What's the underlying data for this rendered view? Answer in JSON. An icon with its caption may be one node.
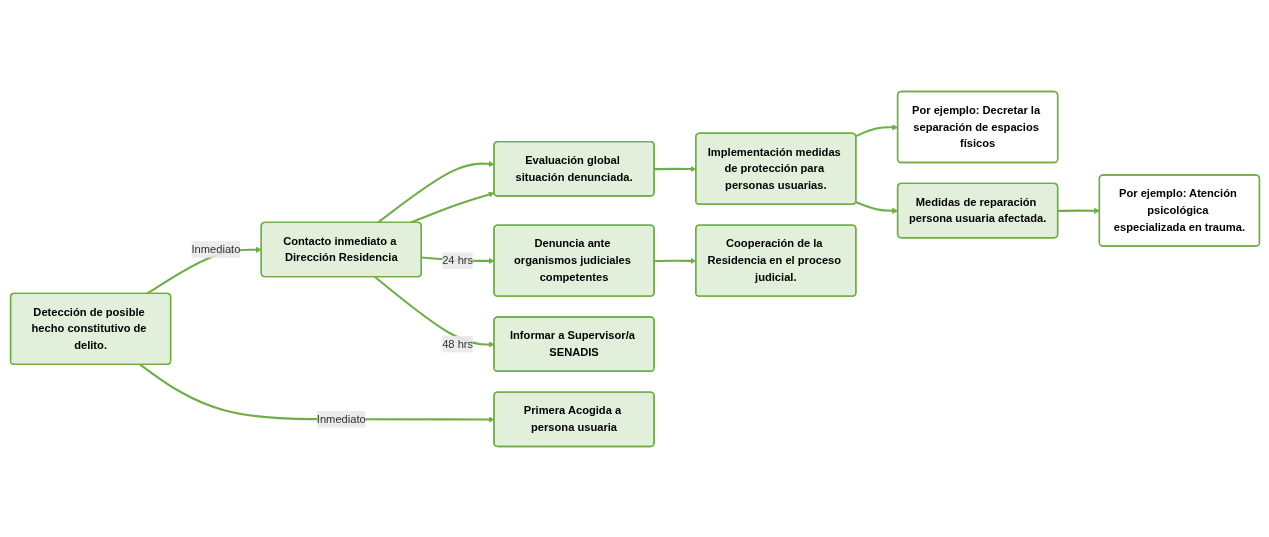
{
  "diagram": {
    "nodes": [
      {
        "text": [
          "Detección de posible hecho constitutivo de delito."
        ]
      },
      {
        "text": [
          "Contacto inmediato a Dirección Residencia"
        ]
      },
      {
        "text": [
          "Evaluación global situación denunciada."
        ]
      },
      {
        "text": [
          "Primera Acogida a persona usuaria"
        ]
      },
      {
        "text": [
          "Denuncia ante organismos judiciales competentes"
        ]
      },
      {
        "text": [
          "Informar a Supervisor/a SENADIS"
        ]
      },
      {
        "text": [
          "Implementación medidas de protección para personas usuarias."
        ]
      },
      {
        "text": [
          "Por ejemplo: Decretar la separación de espacios físicos"
        ]
      },
      {
        "text": [
          "Cooperación de la Residencia en el proceso judicial."
        ]
      },
      {
        "text": [
          "Medidas de reparación persona usuaria afectada."
        ]
      },
      {
        "text": [
          "Por ejemplo: Atención psicológica especializada en trauma."
        ]
      }
    ],
    "edges": [
      {
        "from": 0,
        "to": 1,
        "arrow": "to",
        "label": "Inmediato"
      },
      {
        "from": 0,
        "to": 3,
        "arrow": "to",
        "label": "Inmediato"
      },
      {
        "from": 1,
        "to": 2,
        "arrow": "to"
      },
      {
        "from": 1,
        "to": 2,
        "arrow": "to"
      },
      {
        "from": 1,
        "to": 4,
        "arrow": "to",
        "label": "24 hrs"
      },
      {
        "from": 1,
        "to": 5,
        "arrow": "to",
        "label": "48 hrs"
      },
      {
        "from": 4,
        "to": 8,
        "arrow": "to"
      },
      {
        "from": 2,
        "to": 6,
        "arrow": "to"
      },
      {
        "from": 6,
        "to": 7,
        "arrow": "to"
      },
      {
        "from": 6,
        "to": 9,
        "arrow": "to"
      },
      {
        "from": 9,
        "to": 10,
        "arrow": "to"
      }
    ]
  }
}
